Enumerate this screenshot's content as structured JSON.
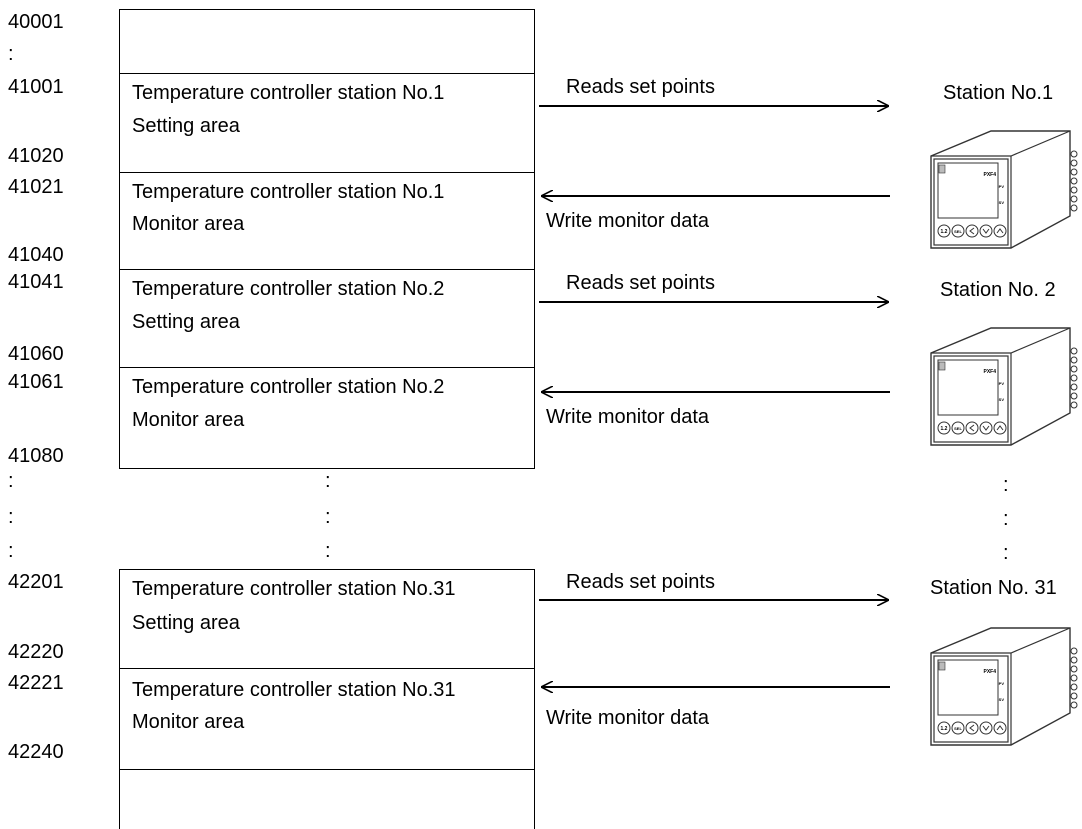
{
  "addresses": {
    "a40001": "40001",
    "a_dots_top": ":",
    "a41001": "41001",
    "a41020": "41020",
    "a41021": "41021",
    "a41040": "41040",
    "a41041": "41041",
    "a41060": "41060",
    "a41061": "41061",
    "a41080": "41080",
    "a_dots1": ":",
    "a_dots2": ":",
    "a_dots3": ":",
    "a42201": "42201",
    "a42220": "42220",
    "a42221": "42221",
    "a42240": "42240"
  },
  "blocks": [
    {
      "line1": "Temperature controller station No.1",
      "line2": "Setting area"
    },
    {
      "line1": "Temperature controller station No.1",
      "line2": "Monitor area"
    },
    {
      "line1": "Temperature controller station No.2",
      "line2": "Setting area"
    },
    {
      "line1": "Temperature controller station No.2",
      "line2": "Monitor area"
    },
    {
      "line1": "Temperature controller station No.31",
      "line2": "Setting area"
    },
    {
      "line1": "Temperature controller station No.31",
      "line2": "Monitor area"
    }
  ],
  "middle_dots": [
    ":",
    ":",
    ":"
  ],
  "right_dots": [
    ":",
    ":",
    ":"
  ],
  "arrows": {
    "read_label": "Reads set points",
    "write_label": "Write monitor data"
  },
  "stations": [
    "Station No.1",
    "Station No. 2",
    "Station No. 31"
  ],
  "device_panel_text": "PXF4",
  "device_keys": [
    "1.2",
    "SEL"
  ]
}
